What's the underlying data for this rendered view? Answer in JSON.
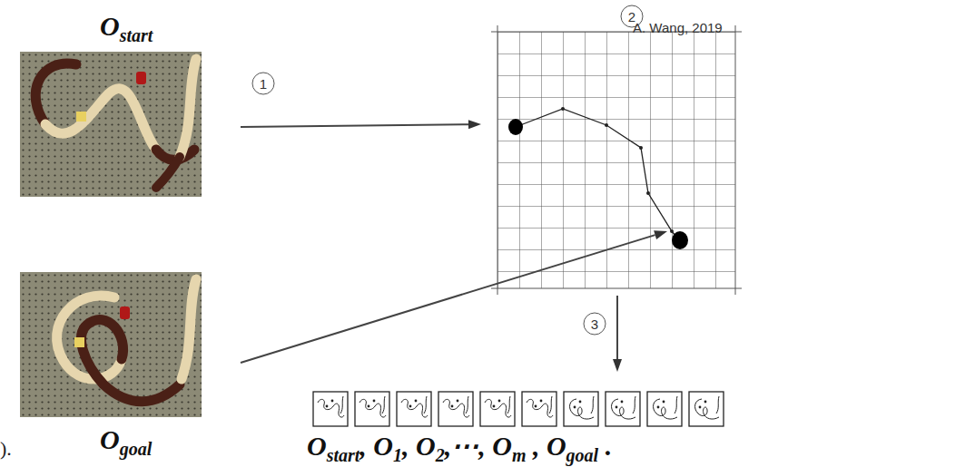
{
  "diagram": {
    "nodes": [
      {
        "text": [
          "O",
          "start"
        ]
      },
      {
        "text": [
          "2"
        ]
      },
      {
        "text": [
          "O",
          "goal"
        ]
      },
      {
        "text": [
          "O",
          "start",
          ", O",
          "1",
          ", O",
          "2",
          ",⋯, O",
          "m",
          " , O",
          "goal",
          " ."
        ]
      }
    ],
    "edges": [
      {
        "from": 0,
        "to": 1,
        "arrow": "to",
        "label": "1"
      },
      {
        "from": 2,
        "to": 1,
        "arrow": "to"
      },
      {
        "from": 1,
        "to": 3,
        "arrow": "to",
        "label": "3"
      }
    ],
    "labels": [
      "A. Wang, 2019",
      ")."
    ]
  }
}
